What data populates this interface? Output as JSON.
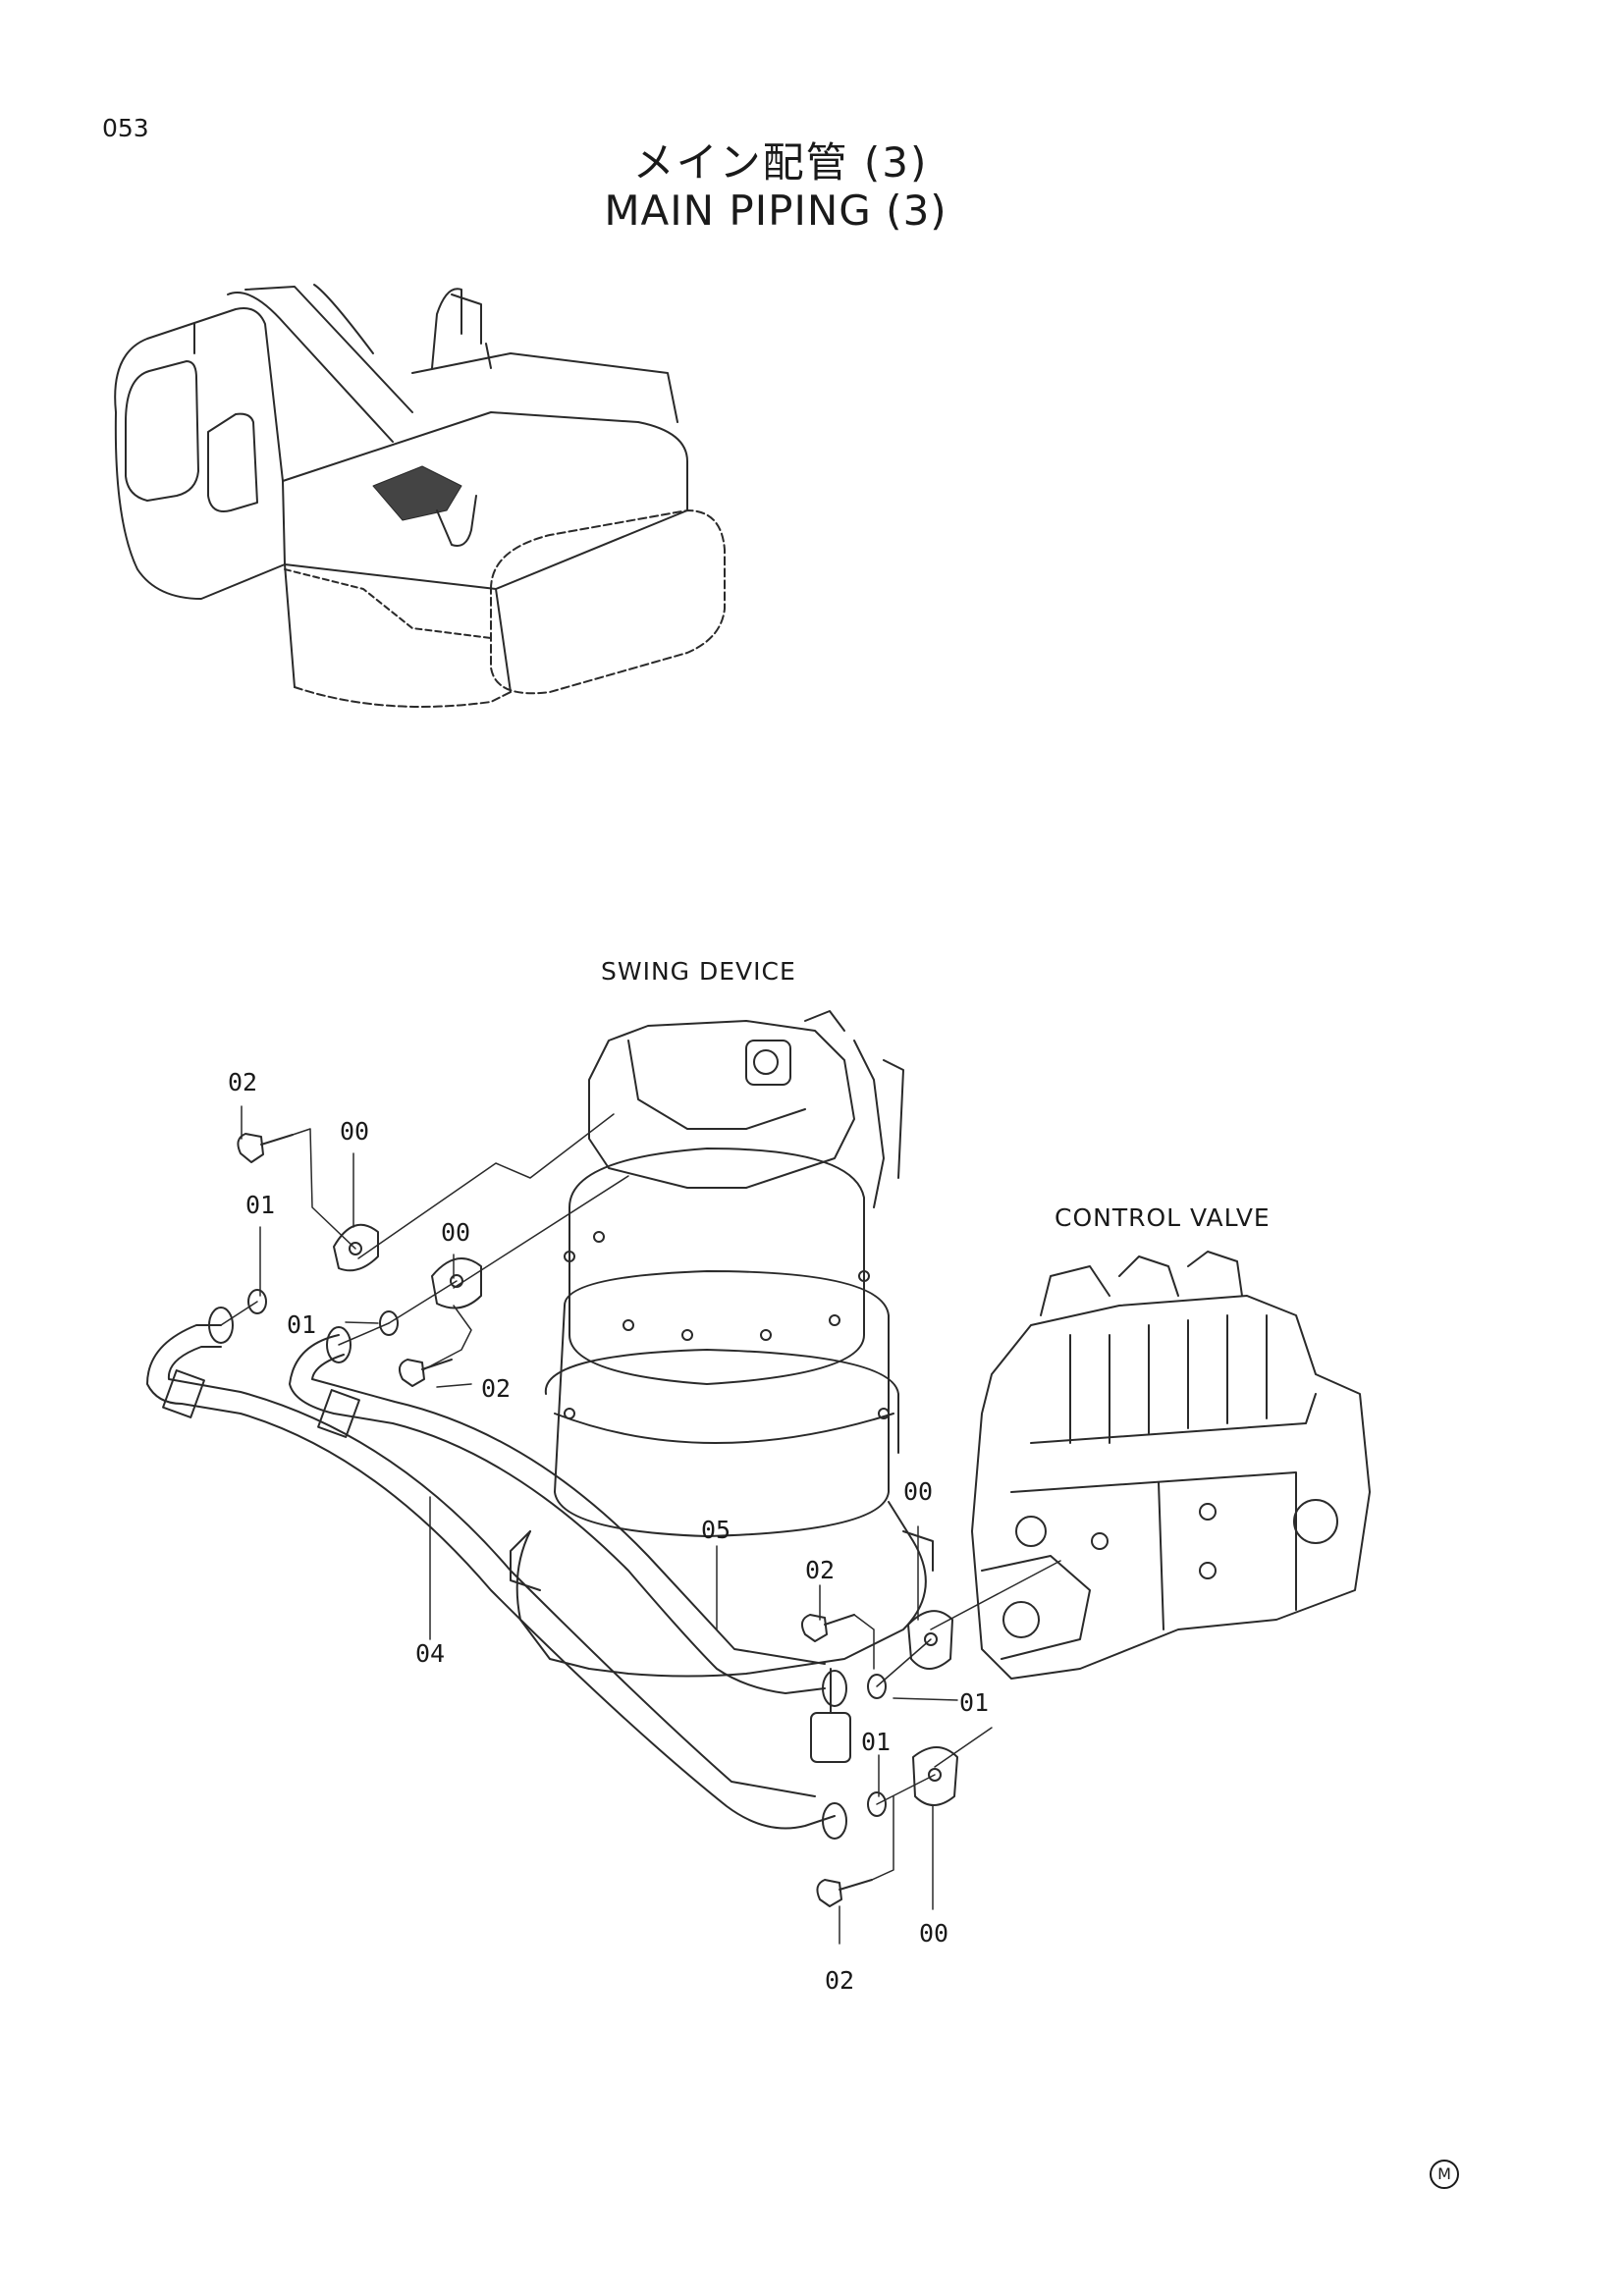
{
  "page": {
    "number": "053",
    "title_jp": "メイン配管 (3)",
    "title_en": "MAIN PIPING (3)",
    "corner_mark": "M"
  },
  "labels": {
    "swing_device": "SWING DEVICE",
    "control_valve": "CONTROL VALVE"
  },
  "part_numbers": {
    "p02_top": "02",
    "p00_top_a": "00",
    "p01_top_a": "01",
    "p00_top_b": "00",
    "p01_mid": "01",
    "p02_mid": "02",
    "p05": "05",
    "p04": "04",
    "p02_center": "02",
    "p00_right": "00",
    "p01_right": "01",
    "p01_low": "01",
    "p00_bottom": "00",
    "p02_bottom": "02"
  }
}
